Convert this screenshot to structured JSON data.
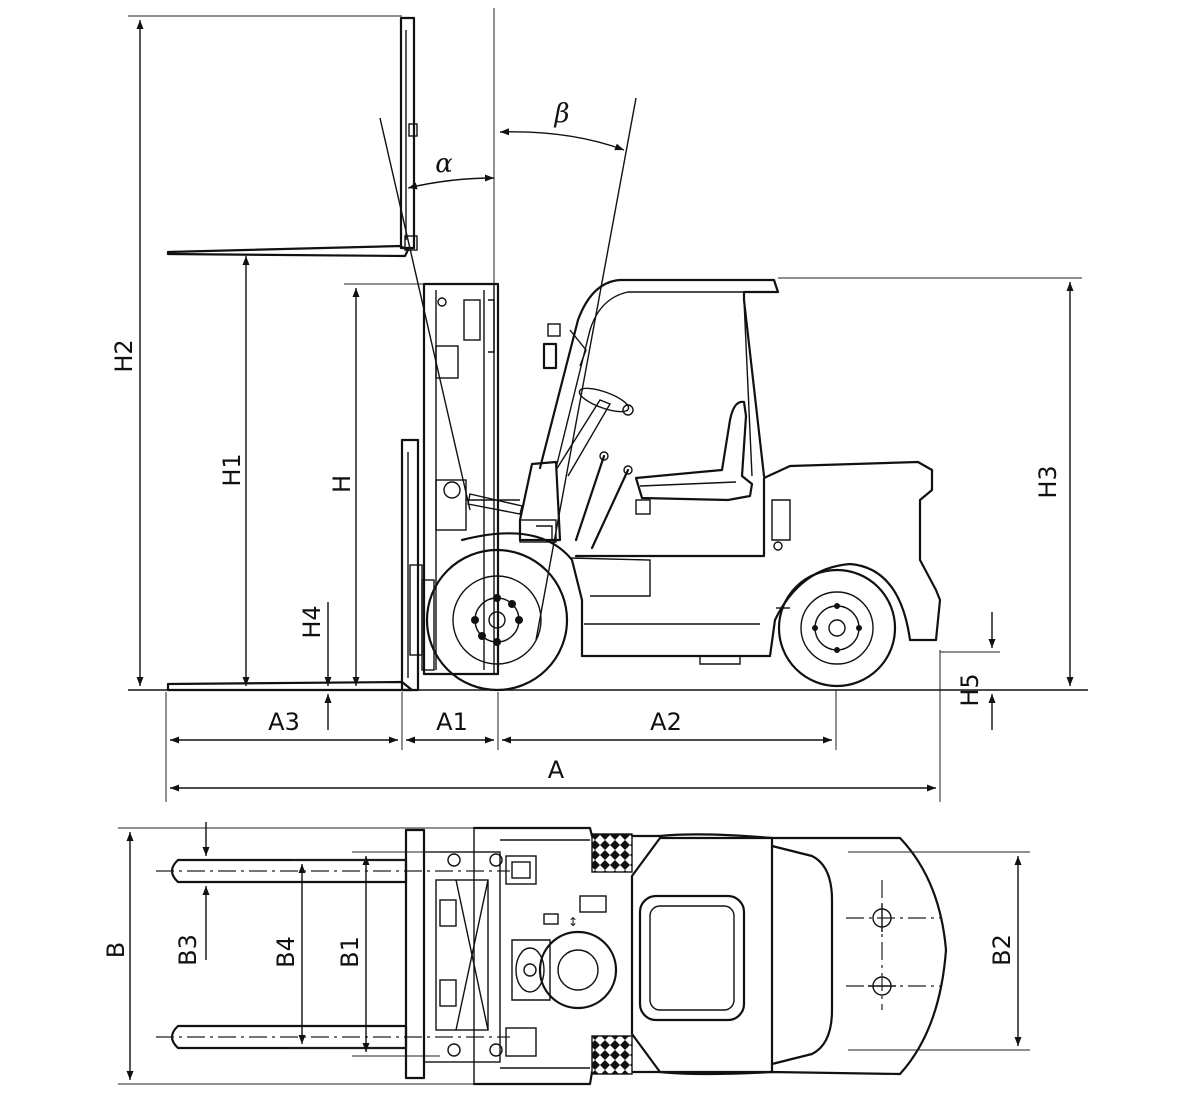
{
  "labels": {
    "H2": "H2",
    "H1": "H1",
    "H": "H",
    "H4": "H4",
    "H3": "H3",
    "H5": "H5",
    "A3": "A3",
    "A1": "A1",
    "A2": "A2",
    "A": "A",
    "alpha": "α",
    "beta": "β",
    "B": "B",
    "B3": "B3",
    "B4": "B4",
    "B1": "B1",
    "B2": "B2"
  }
}
